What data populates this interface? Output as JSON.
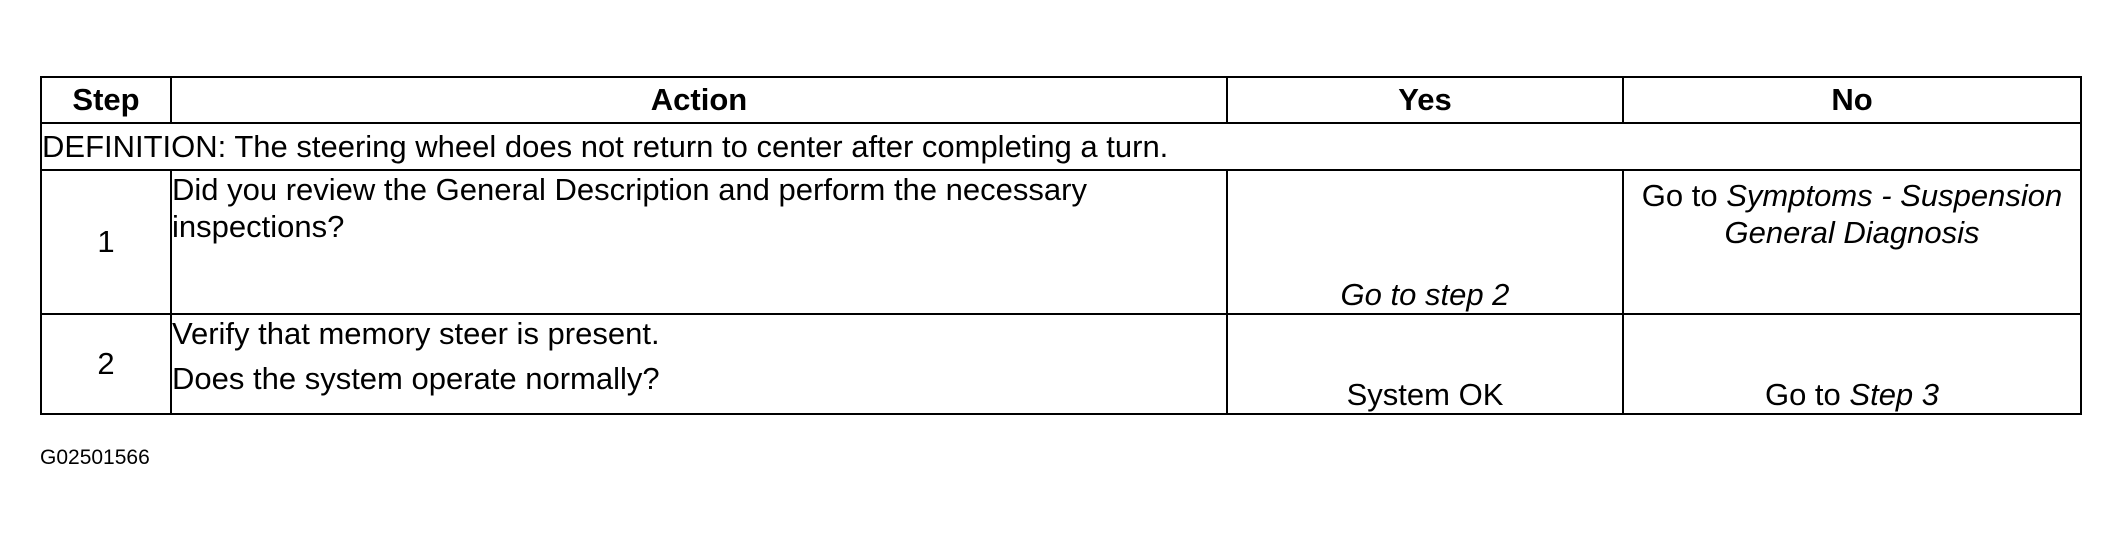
{
  "table": {
    "headers": {
      "step": "Step",
      "action": "Action",
      "yes": "Yes",
      "no": "No"
    },
    "definition": "DEFINITION: The steering wheel does not return to center after completing a turn.",
    "rows": [
      {
        "step": "1",
        "action_lines": [
          "Did you review the General Description and perform the necessary inspections?"
        ],
        "yes": "Go to step 2",
        "no_prefix": "Go to ",
        "no_link": "Symptoms - Suspension General Diagnosis"
      },
      {
        "step": "2",
        "action_lines": [
          "Verify that memory steer is present.",
          "Does the system operate normally?"
        ],
        "yes": "System OK",
        "no_prefix": "Go to ",
        "no_link": "Step 3"
      }
    ]
  },
  "figure_id": "G02501566"
}
